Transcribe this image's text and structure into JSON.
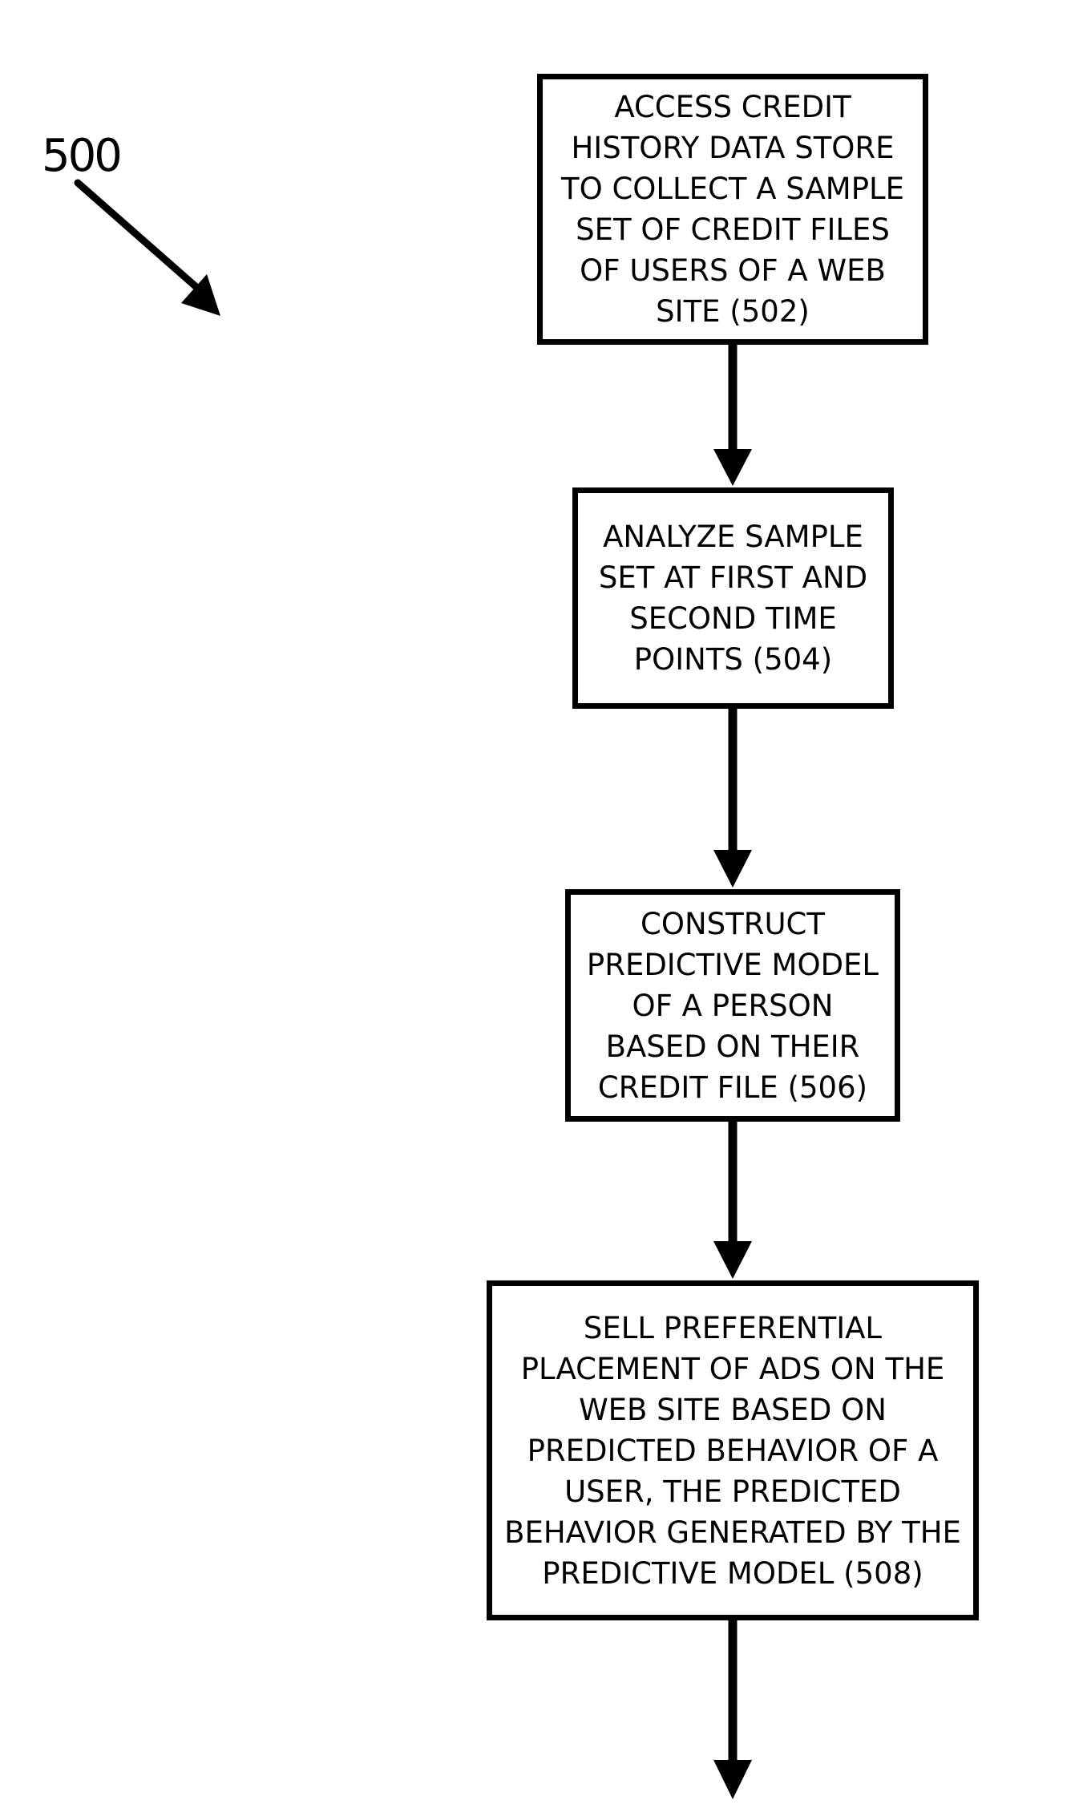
{
  "figure": {
    "reference_label": "500",
    "steps": [
      {
        "id": "502",
        "text": "ACCESS CREDIT\nHISTORY DATA STORE\nTO COLLECT A SAMPLE\nSET OF CREDIT FILES\nOF USERS OF A WEB\nSITE (502)"
      },
      {
        "id": "504",
        "text": "ANALYZE SAMPLE\nSET AT FIRST AND\nSECOND TIME\nPOINTS (504)"
      },
      {
        "id": "506",
        "text": "CONSTRUCT\nPREDICTIVE MODEL\nOF A PERSON\nBASED ON THEIR\nCREDIT FILE (506)"
      },
      {
        "id": "508",
        "text": "SELL PREFERENTIAL\nPLACEMENT OF ADS ON THE\nWEB SITE BASED ON\nPREDICTED BEHAVIOR OF A\nUSER, THE PREDICTED\nBEHAVIOR GENERATED BY THE\nPREDICTIVE MODEL (508)"
      }
    ],
    "colors": {
      "stroke": "#000000",
      "background": "#ffffff"
    }
  }
}
